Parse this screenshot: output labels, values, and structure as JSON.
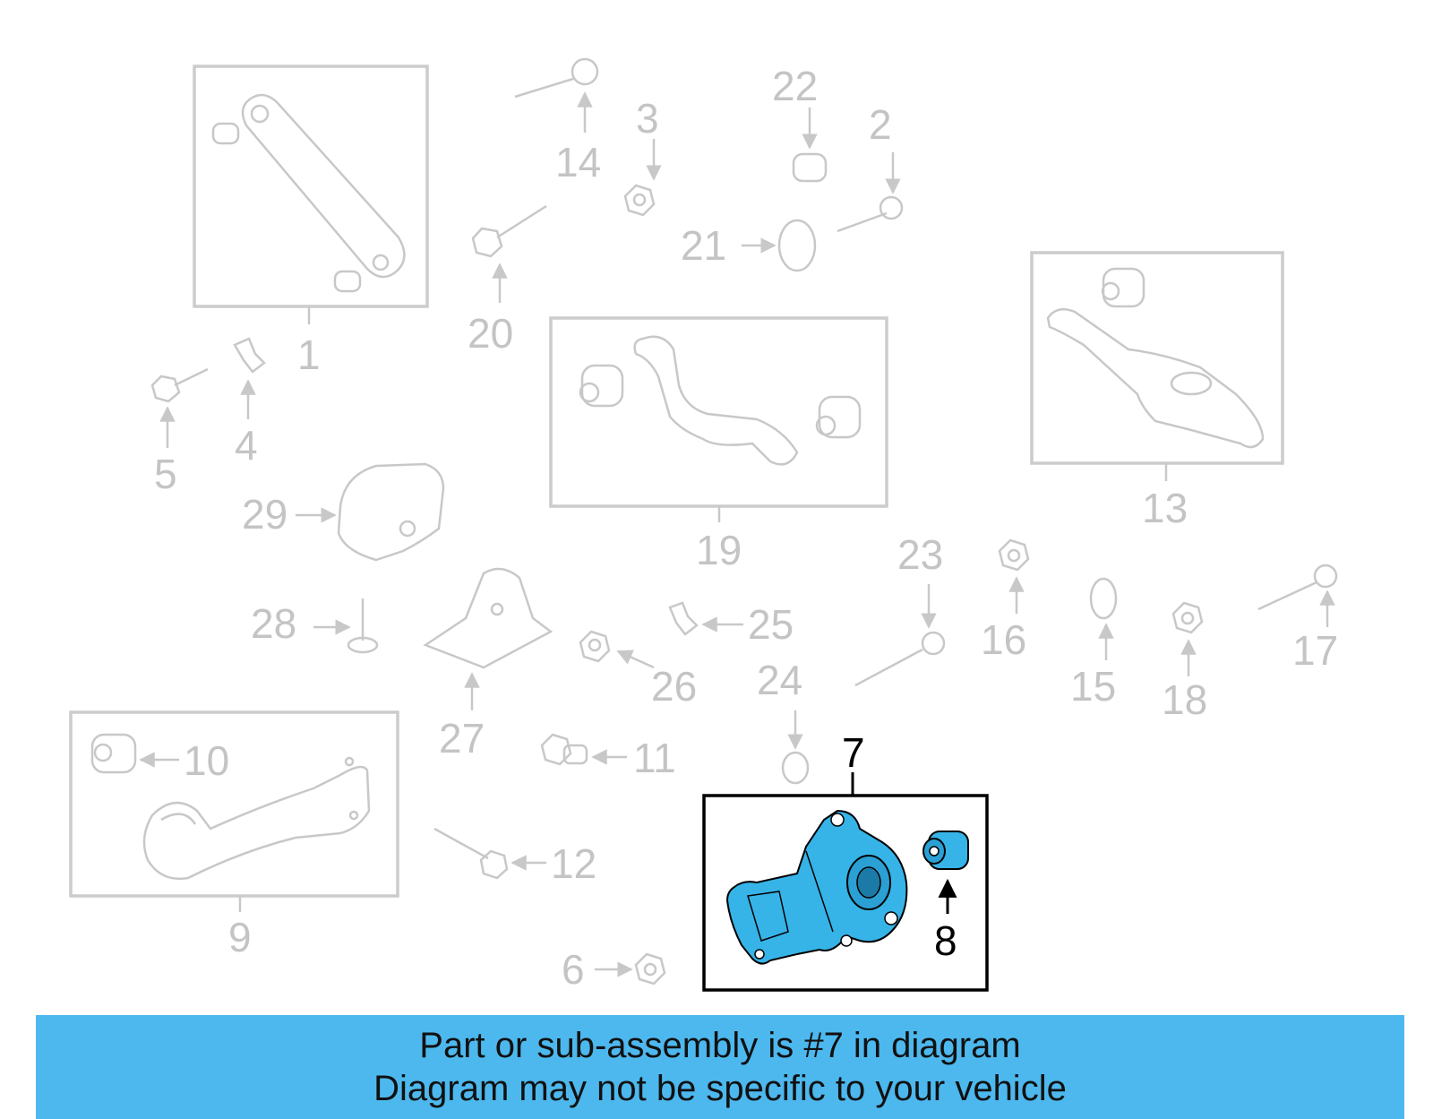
{
  "diagram": {
    "callouts": [
      "1",
      "2",
      "3",
      "4",
      "5",
      "6",
      "7",
      "8",
      "9",
      "10",
      "11",
      "12",
      "13",
      "14",
      "15",
      "16",
      "17",
      "18",
      "19",
      "20",
      "21",
      "22",
      "23",
      "24",
      "25",
      "26",
      "27",
      "28",
      "29"
    ],
    "highlighted_part": "7",
    "highlight_color": "#36b4e8"
  },
  "banner": {
    "line1": "Part or sub-assembly is #7 in diagram",
    "line2": "Diagram may not be specific to your vehicle",
    "background": "#4db8ee"
  }
}
